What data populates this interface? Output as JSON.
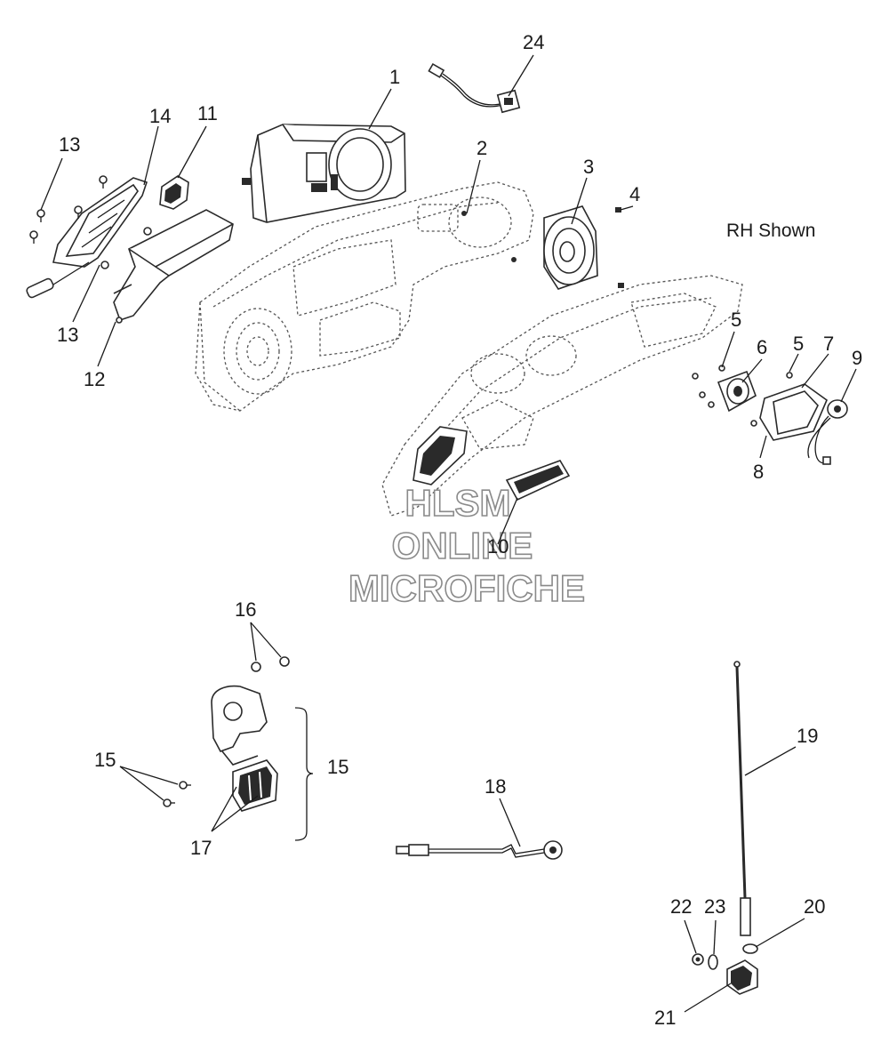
{
  "note": "RH Shown",
  "watermark": [
    "HLSM",
    "ONLINE",
    "MICROFICHE"
  ],
  "callouts": {
    "c1": "1",
    "c2": "2",
    "c3": "3",
    "c4": "4",
    "c5a": "5",
    "c5b": "5",
    "c6": "6",
    "c7": "7",
    "c8": "8",
    "c9": "9",
    "c10": "10",
    "c11": "11",
    "c12": "12",
    "c13a": "13",
    "c13b": "13",
    "c14": "14",
    "c15a": "15",
    "c15b": "15",
    "c16": "16",
    "c17": "17",
    "c18": "18",
    "c19": "19",
    "c20": "20",
    "c21": "21",
    "c22": "22",
    "c23": "23",
    "c24": "24"
  }
}
